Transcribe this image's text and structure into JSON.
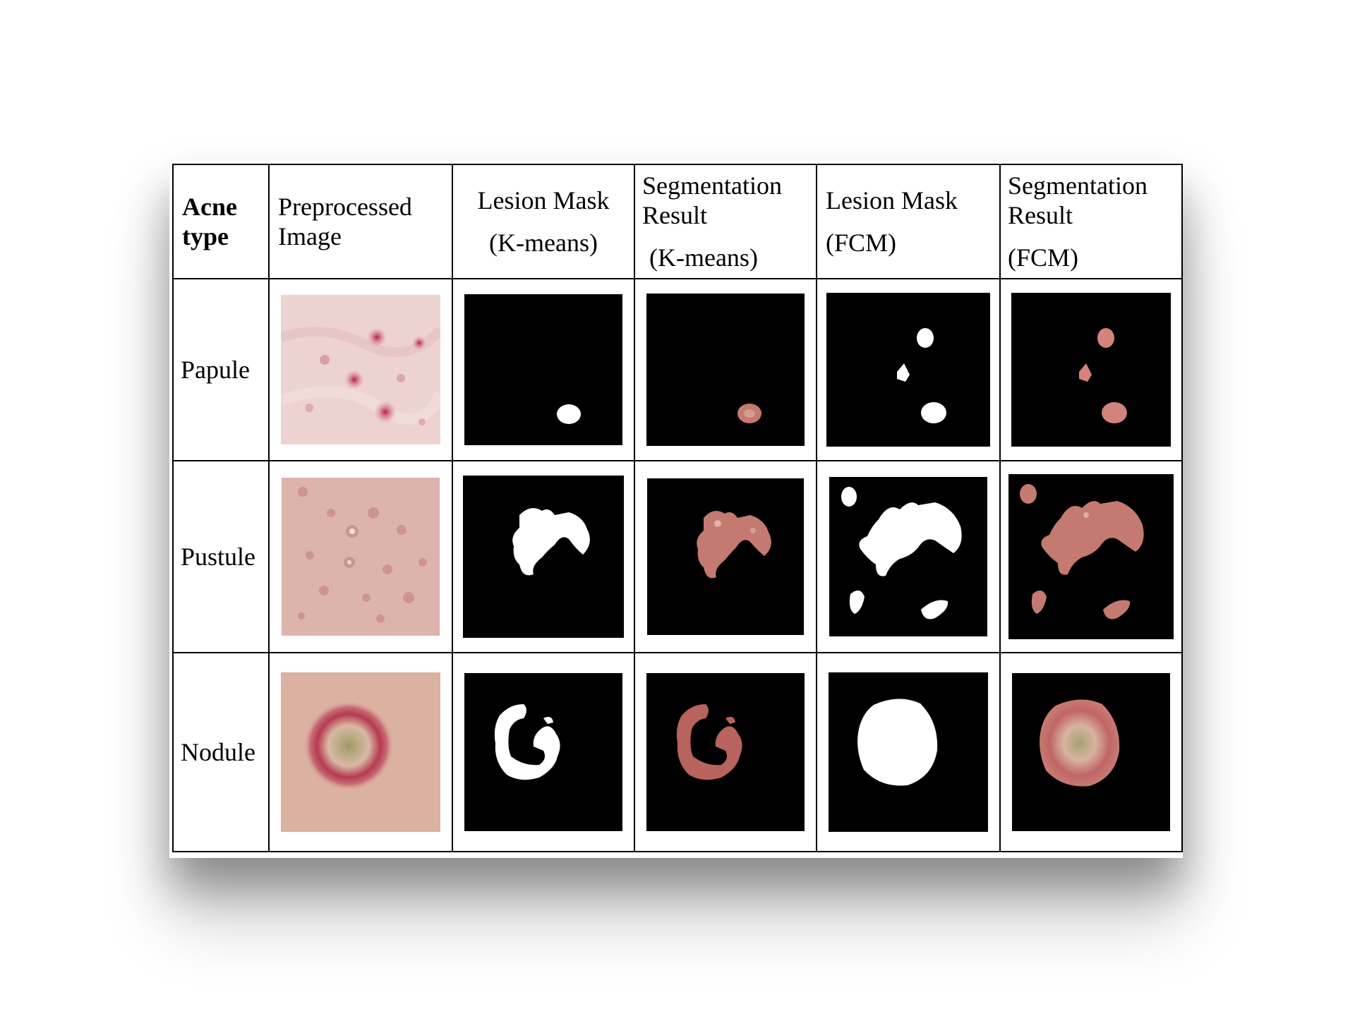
{
  "header": {
    "acne_type": [
      "Acne",
      "type"
    ],
    "preprocessed": [
      "Preprocessed",
      "Image"
    ],
    "mask_kmeans": [
      "Lesion Mask",
      "(K-means)"
    ],
    "seg_kmeans": [
      "Segmentation",
      "Result",
      "(K-means)"
    ],
    "mask_fcm": [
      "Lesion Mask",
      "(FCM)"
    ],
    "seg_fcm": [
      "Segmentation",
      "Result",
      "(FCM)"
    ]
  },
  "rows": [
    {
      "label": "Papule"
    },
    {
      "label": "Pustule"
    },
    {
      "label": "Nodule"
    }
  ],
  "colors": {
    "skin_light": "#ecd3d0",
    "skin_warm": "#dbb1a1",
    "lesion_red": "#c2384d",
    "segmented_lesion": "#c47a70",
    "mask_white": "#ffffff",
    "background_black": "#000000"
  }
}
